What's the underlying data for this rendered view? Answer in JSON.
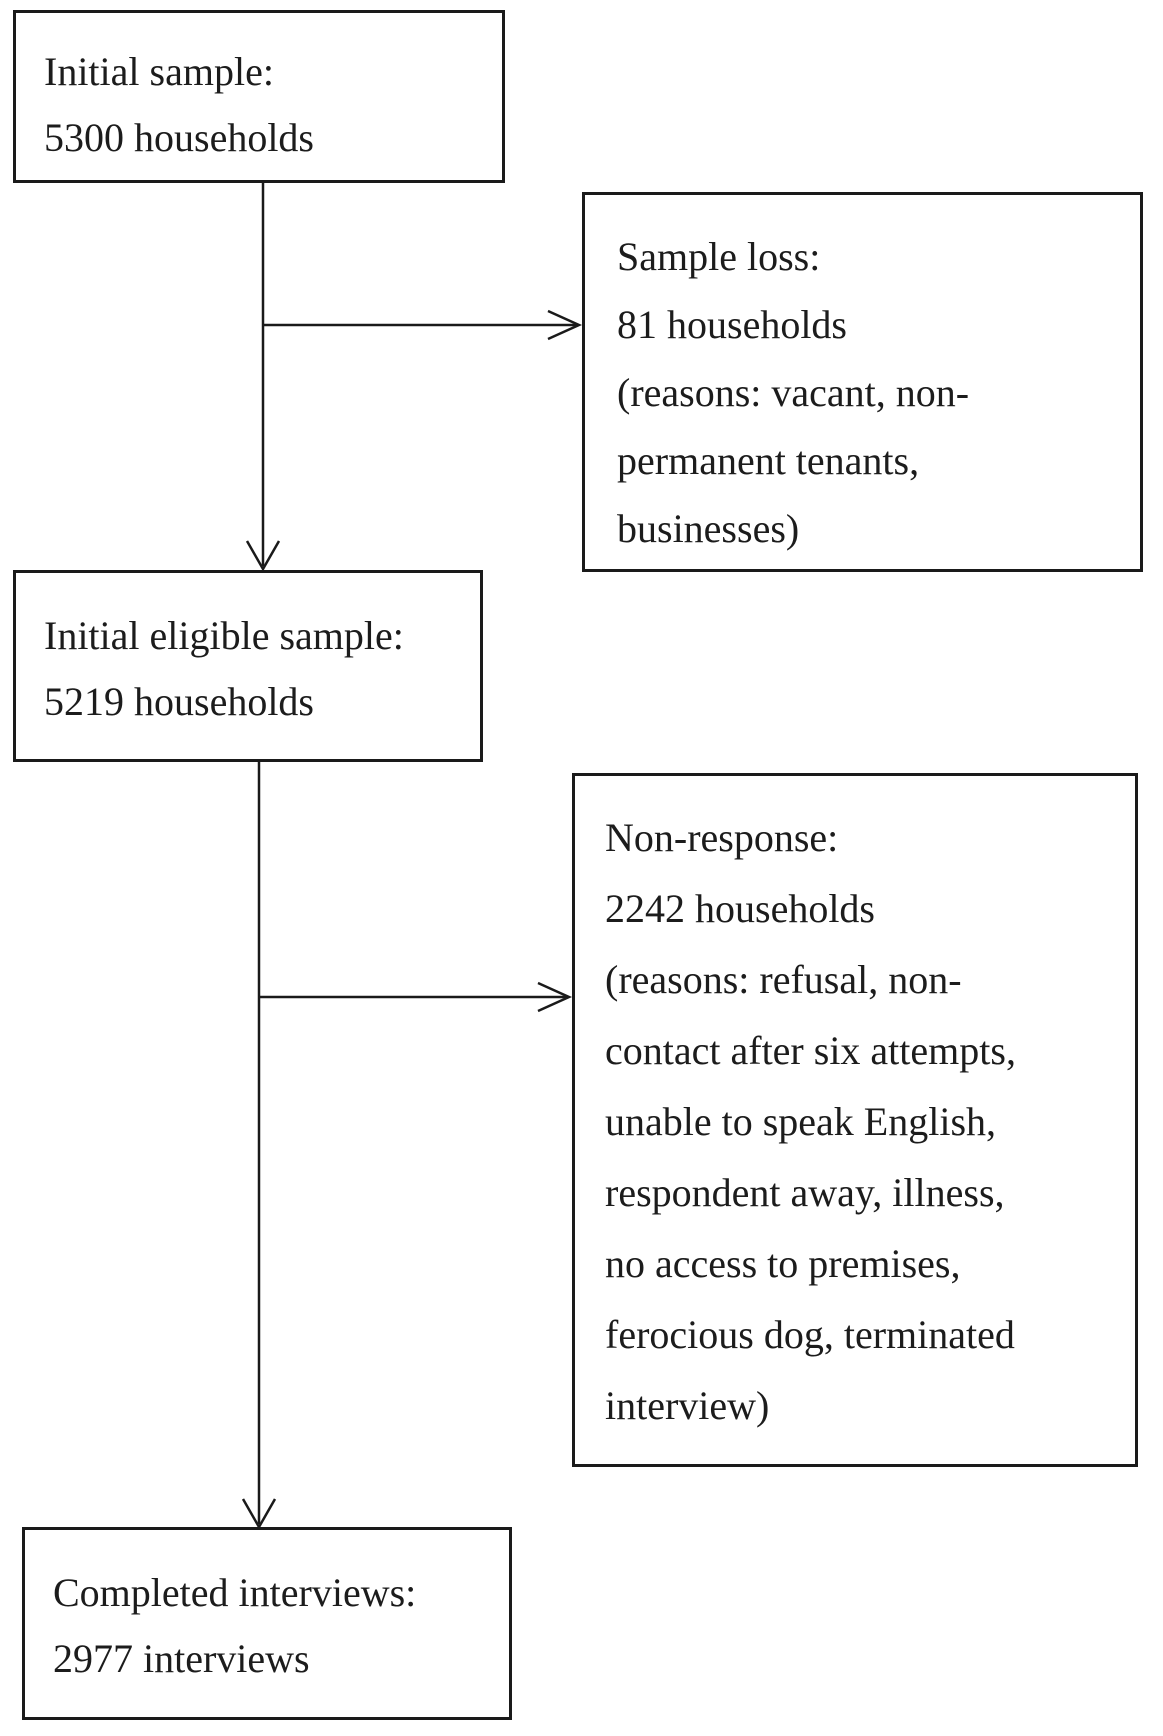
{
  "colors": {
    "background": "#ffffff",
    "line": "#1a1a1a",
    "text": "#1c1c1c"
  },
  "flowchart": {
    "boxes": [
      {
        "id": "initial-sample",
        "lines": [
          "Initial sample:",
          "5300 households"
        ]
      },
      {
        "id": "sample-loss",
        "lines": [
          "Sample loss:",
          "81 households",
          "(reasons: vacant, non-",
          "permanent tenants,",
          "businesses)"
        ]
      },
      {
        "id": "initial-eligible-sample",
        "lines": [
          "Initial eligible sample:",
          "5219 households"
        ]
      },
      {
        "id": "non-response",
        "lines": [
          "Non-response:",
          "2242 households",
          "(reasons: refusal, non-",
          "contact after six attempts,",
          "unable to speak English,",
          "respondent away, illness,",
          "no access to premises,",
          "ferocious dog, terminated",
          "interview)"
        ]
      },
      {
        "id": "completed-interviews",
        "lines": [
          "Completed interviews:",
          "2977 interviews"
        ]
      }
    ],
    "edges": [
      {
        "from": "initial-sample",
        "to": "initial-eligible-sample",
        "type": "arrow-down"
      },
      {
        "from": "initial-sample",
        "to": "sample-loss",
        "type": "arrow-right-branch"
      },
      {
        "from": "initial-eligible-sample",
        "to": "non-response",
        "type": "arrow-right-branch"
      },
      {
        "from": "initial-eligible-sample",
        "to": "completed-interviews",
        "type": "arrow-down"
      }
    ]
  }
}
